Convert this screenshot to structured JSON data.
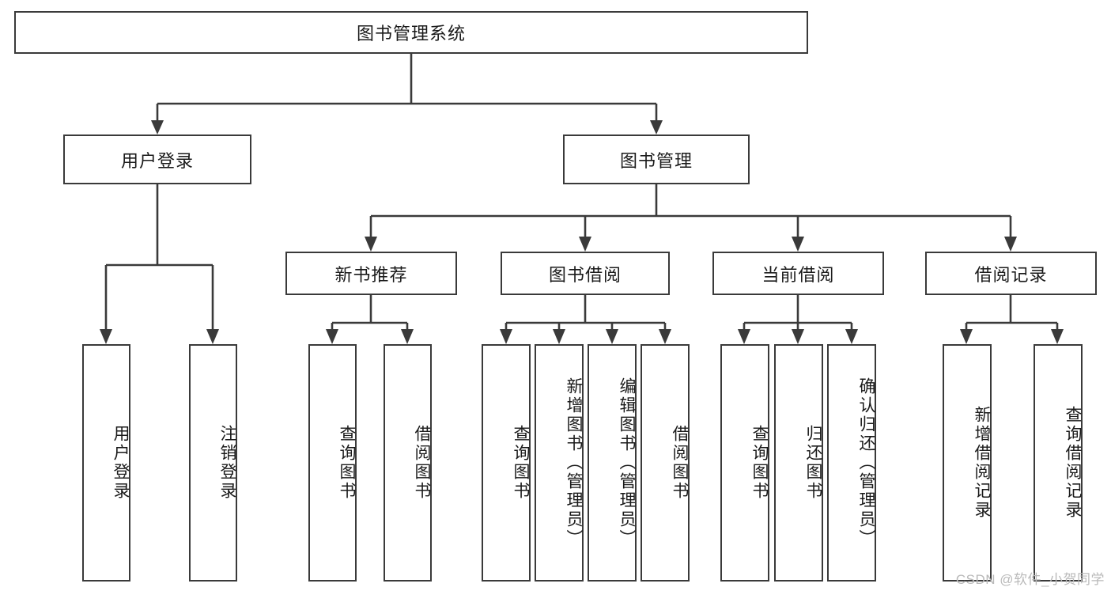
{
  "diagram": {
    "title": "图书管理系统",
    "type": "hierarchy-tree",
    "watermark": "CSDN @软件_小贺同学",
    "levels": {
      "root": {
        "label": "图书管理系统"
      },
      "level2": [
        {
          "label": "用户登录"
        },
        {
          "label": "图书管理"
        }
      ],
      "level3": [
        {
          "label": "新书推荐"
        },
        {
          "label": "图书借阅"
        },
        {
          "label": "当前借阅"
        },
        {
          "label": "借阅记录"
        }
      ],
      "leaves": [
        {
          "label": "用户登录"
        },
        {
          "label": "注销登录"
        },
        {
          "label": "查询图书"
        },
        {
          "label": "借阅图书"
        },
        {
          "label": "查询图书"
        },
        {
          "label": "新增图书（管理员）"
        },
        {
          "label": "编辑图书（管理员）"
        },
        {
          "label": "借阅图书"
        },
        {
          "label": "查询图书"
        },
        {
          "label": "归还图书"
        },
        {
          "label": "确认归还（管理员）"
        },
        {
          "label": "新增借阅记录"
        },
        {
          "label": "查询借阅记录"
        }
      ]
    },
    "edges": [
      {
        "from": "图书管理系统",
        "to": "用户登录"
      },
      {
        "from": "图书管理系统",
        "to": "图书管理"
      },
      {
        "from": "图书管理",
        "to": "新书推荐"
      },
      {
        "from": "图书管理",
        "to": "图书借阅"
      },
      {
        "from": "图书管理",
        "to": "当前借阅"
      },
      {
        "from": "图书管理",
        "to": "借阅记录"
      },
      {
        "from": "用户登录",
        "to": "用户登录"
      },
      {
        "from": "用户登录",
        "to": "注销登录"
      },
      {
        "from": "新书推荐",
        "to": "查询图书"
      },
      {
        "from": "新书推荐",
        "to": "借阅图书"
      },
      {
        "from": "图书借阅",
        "to": "查询图书"
      },
      {
        "from": "图书借阅",
        "to": "新增图书（管理员）"
      },
      {
        "from": "图书借阅",
        "to": "编辑图书（管理员）"
      },
      {
        "from": "图书借阅",
        "to": "借阅图书"
      },
      {
        "from": "当前借阅",
        "to": "查询图书"
      },
      {
        "from": "当前借阅",
        "to": "归还图书"
      },
      {
        "from": "当前借阅",
        "to": "确认归还（管理员）"
      },
      {
        "from": "借阅记录",
        "to": "新增借阅记录"
      },
      {
        "from": "借阅记录",
        "to": "查询借阅记录"
      }
    ],
    "colors": {
      "box_border": "#3a3a3a",
      "box_fill": "#ffffff",
      "text": "#1a1a1a",
      "connector": "#3a3a3a",
      "watermark": "#b9b9b9",
      "background": "#ffffff"
    }
  }
}
